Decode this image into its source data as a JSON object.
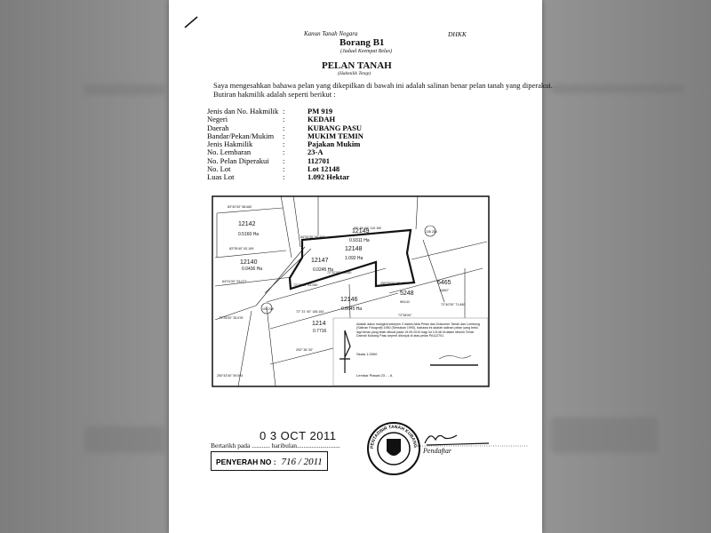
{
  "header": {
    "top_line": "Kanun Tanah Negara",
    "code": "DHKK",
    "form_title": "Borang B1",
    "form_subtitle": "(Jadual Keempat Belas)",
    "doc_title": "PELAN  TANAH",
    "doc_subtitle": "(Hakmilik Tetap)"
  },
  "intro": [
    "Saya mengesahkan bahawa pelan yang dikepilkan di bawah ini adalah salinan benar pelan tanah yang diperakui.",
    "Butiran hakmilik adalah seperti berikut :"
  ],
  "details": [
    {
      "label": "Jenis dan No. Hakmilik",
      "sep": ":",
      "value": "PM 919"
    },
    {
      "label": "Negeri",
      "sep": ":",
      "value": "KEDAH"
    },
    {
      "label": "Daerah",
      "sep": ":",
      "value": "KUBANG PASU"
    },
    {
      "label": "Bandar/Pekan/Mukim",
      "sep": ":",
      "value": "MUKIM TEMIN"
    },
    {
      "label": "Jenis Hakmilik",
      "sep": ":",
      "value": "Pajakan Mukim"
    },
    {
      "label": "No. Lembaran",
      "sep": ":",
      "value": "23-A"
    },
    {
      "label": "No. Pelan Diperakui",
      "sep": ":",
      "value": "112701"
    },
    {
      "label": "No. Lot",
      "sep": ":",
      "value": "Lot 12148"
    },
    {
      "label": "Luas Lot",
      "sep": ":",
      "value": "1.092 Hektar"
    }
  ],
  "map": {
    "lots": [
      {
        "no": "12149",
        "area": "0.9311 Ha"
      },
      {
        "no": "12142",
        "area": "0.5160 Ha"
      },
      {
        "no": "12148",
        "area": "1.092 Ha"
      },
      {
        "no": "12140",
        "area": "0.0436 Ha"
      },
      {
        "no": "12147",
        "area": "0.0245 Ha"
      },
      {
        "no": "12146",
        "area": "0.8645 Ha"
      },
      {
        "no": "6465",
        "area": "11667"
      },
      {
        "no": "5248",
        "area": "96141"
      },
      {
        "no": "1214",
        "area": "0.7716"
      }
    ],
    "bearings": [
      "83°40'30\" 88.682",
      "83°35'40\" 82.169",
      "84°01'00\" 93.077",
      "73°25'00\" 35.578",
      "84°00'30\" 56.997",
      "85° 48' 00\" 110.150",
      "72°32'00\" 73.640",
      "72°16'30\" 63.050",
      "259°05'00\" 58.470",
      "72° 31' 00\" 185.183",
      "72°40'30\" 71.840",
      "72°38'00\"",
      "253° 36' 00\"",
      "250°43'40\" 59.591"
    ],
    "sheet_refs": [
      "108 203",
      "108 238"
    ],
    "note": "Adalah dakui mangkot sekeyen 3 dalam Akta Pelan dan Dokumen Tanah dan Lombong (Salinan Fotografi) 1950 (Semakan 1990), bahawa ini adalah salinan pelan yang betul lagi benar yang telah dibuat pada 19.05.2010 bagi lot 12148 di dalam Mukim Temin Daerah Kubang Pasu seperti ditunjuk di atas pelan PA112701",
    "scale": "Skala 1:2500",
    "sheet": "Lembar Piawai 23 - - A"
  },
  "footer": {
    "stamp_date": "0 3  OCT  2011",
    "dated_line": "Bertarikh pada ........... haribulan..........................",
    "penyerah_label": "PENYERAH NO :",
    "penyerah_value": "716 / 2011",
    "registrar": "Pendaftar",
    "seal_text": "PENTADBIR TANAH KUBANG PASU"
  }
}
